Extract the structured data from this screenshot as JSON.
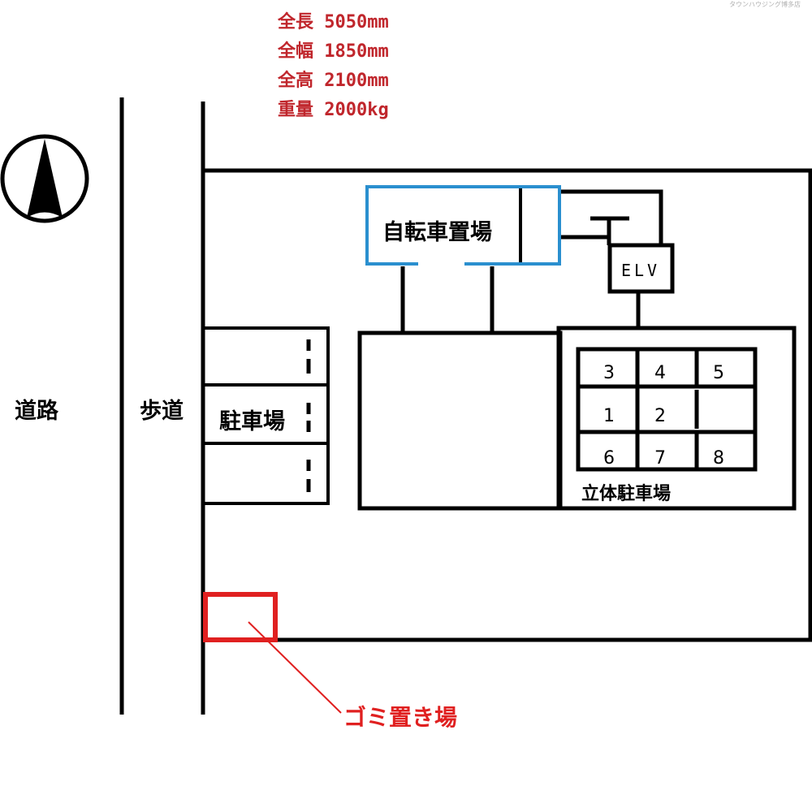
{
  "watermark": "タウンハウジング博多店",
  "specs": {
    "length": "全長 5050mm",
    "width": "全幅 1850mm",
    "height": "全高 2100mm",
    "weight": "重量 2000kg"
  },
  "labels": {
    "road": "道路",
    "sidewalk": "歩道",
    "parking": "駐車場",
    "bicycle_parking": "自転車置場",
    "elevator": "ELV",
    "multilevel_parking": "立体駐車場",
    "garbage_area": "ゴミ置き場"
  },
  "parking_slots": {
    "top": [
      "3",
      "4",
      "5"
    ],
    "middle": [
      "1",
      "2",
      ""
    ],
    "bottom": [
      "6",
      "7",
      "8"
    ]
  },
  "colors": {
    "ink": "#000000",
    "spec_text": "#c0262c",
    "bicycle_outline": "#2a8fcf",
    "garbage_outline": "#e02020",
    "garbage_label": "#e02020"
  }
}
